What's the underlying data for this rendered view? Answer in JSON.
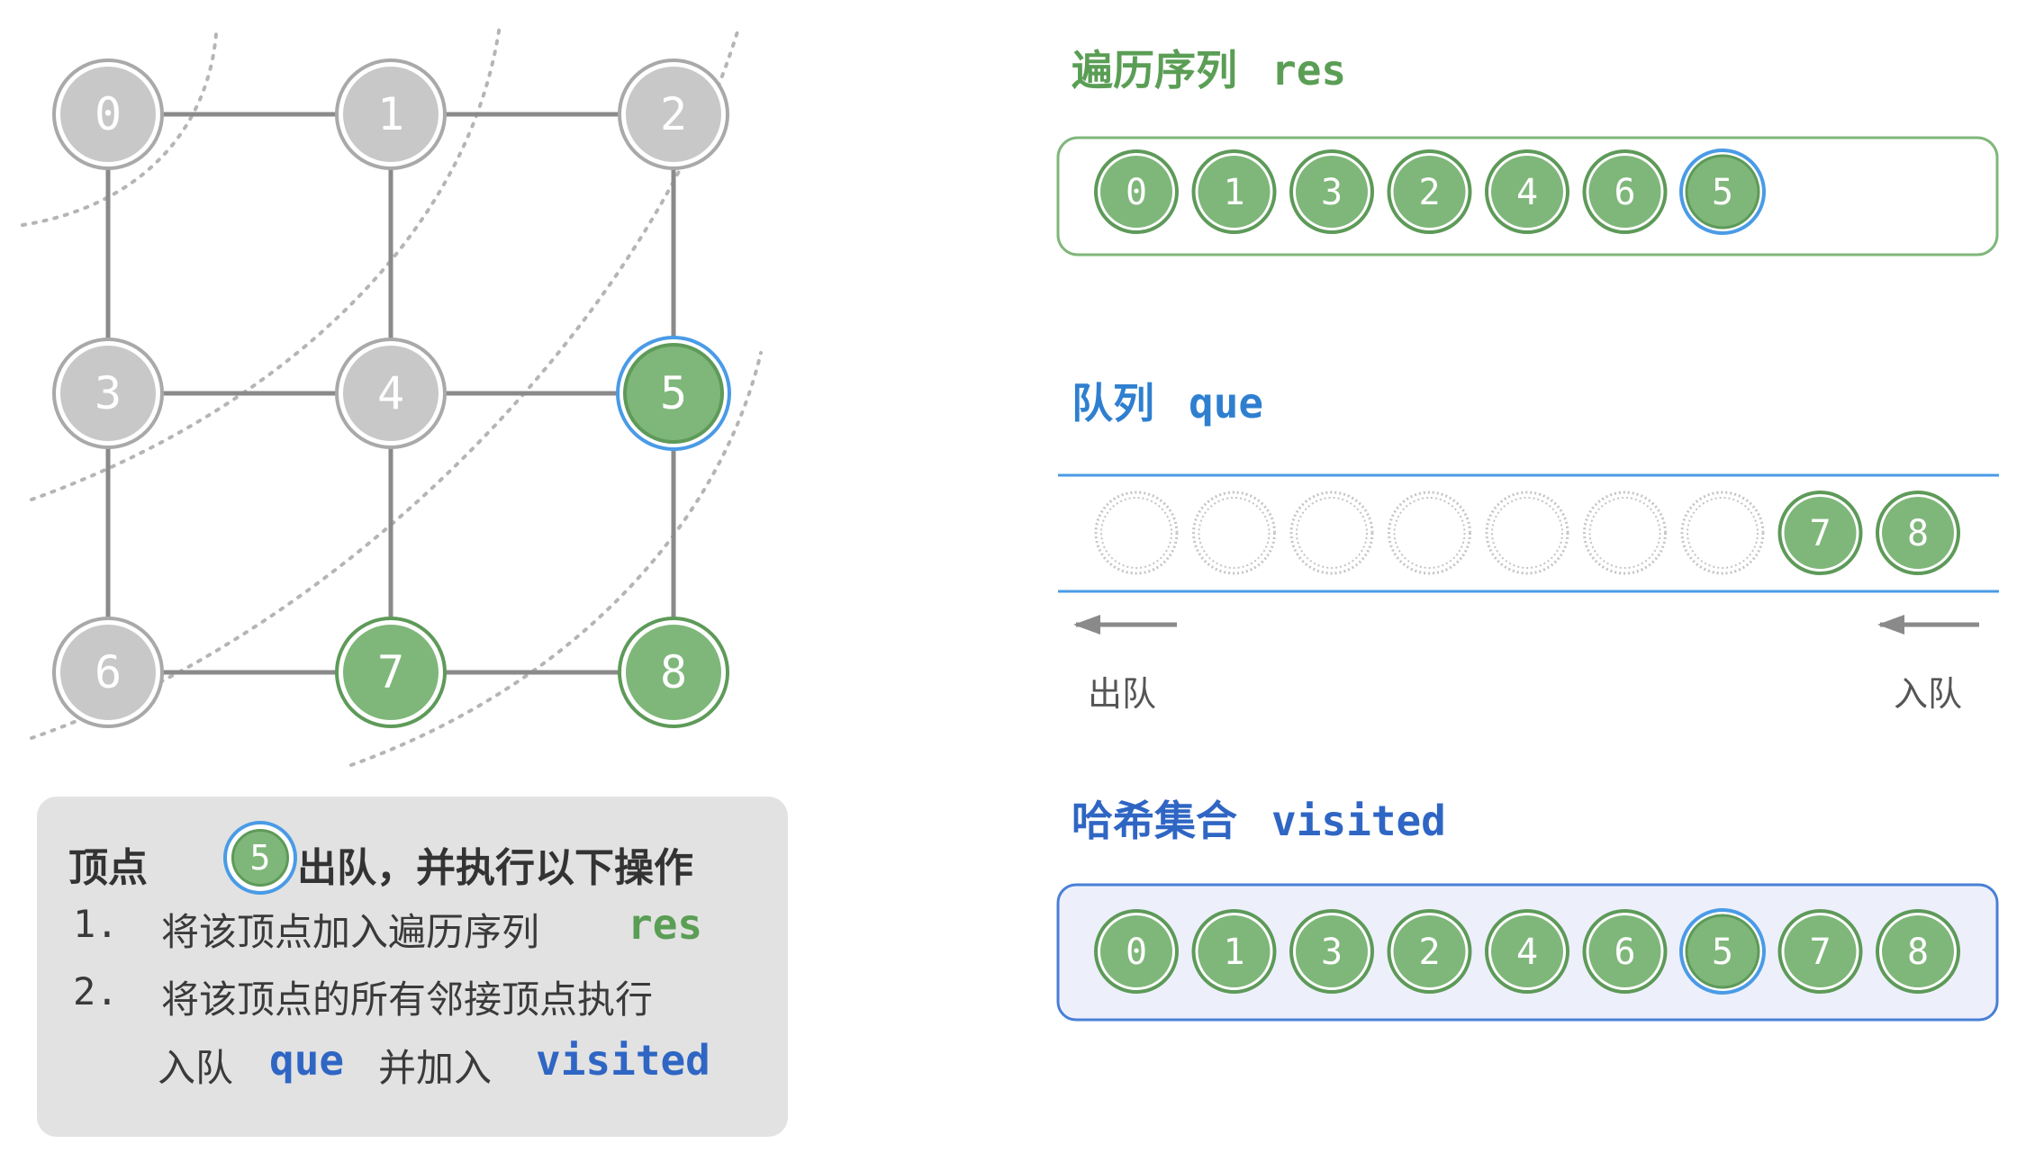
{
  "graph": {
    "nodes": [
      {
        "label": "0",
        "state": "visited"
      },
      {
        "label": "1",
        "state": "visited"
      },
      {
        "label": "2",
        "state": "visited"
      },
      {
        "label": "3",
        "state": "visited"
      },
      {
        "label": "4",
        "state": "visited"
      },
      {
        "label": "5",
        "state": "current"
      },
      {
        "label": "6",
        "state": "visited"
      },
      {
        "label": "7",
        "state": "queued"
      },
      {
        "label": "8",
        "state": "queued"
      }
    ]
  },
  "res": {
    "title_cn": "遍历序列",
    "title_en": "res",
    "items": [
      "0",
      "1",
      "3",
      "2",
      "4",
      "6",
      "5"
    ],
    "highlight": "5"
  },
  "que": {
    "title_cn": "队列",
    "title_en": "que",
    "empty_slots": 7,
    "items": [
      "7",
      "8"
    ],
    "dequeue_label": "出队",
    "enqueue_label": "入队"
  },
  "visited": {
    "title_cn": "哈希集合",
    "title_en": "visited",
    "items": [
      "0",
      "1",
      "3",
      "2",
      "4",
      "6",
      "5",
      "7",
      "8"
    ],
    "highlight": "5"
  },
  "panel": {
    "heading_prefix": "顶点",
    "heading_vertex": "5",
    "heading_suffix": "出队，并执行以下操作",
    "step1_num": "1.",
    "step1_text": "将该顶点加入遍历序列",
    "step1_code": "res",
    "step2_num": "2.",
    "step2_text": "将该顶点的所有邻接顶点执行",
    "step2_line2_text": "入队",
    "step2_code1": "que",
    "step2_mid": "并加入",
    "step2_code2": "visited"
  },
  "colors": {
    "gray_fill": "#c8c8c8",
    "gray_stroke": "#a9a9a9",
    "green_fill": "#7fb77a",
    "green_stroke": "#5e9a59",
    "blue_ring": "#4a9be6",
    "res_title": "#5a9e55",
    "que_title": "#2f7fd0",
    "visited_title": "#2f66c4"
  }
}
